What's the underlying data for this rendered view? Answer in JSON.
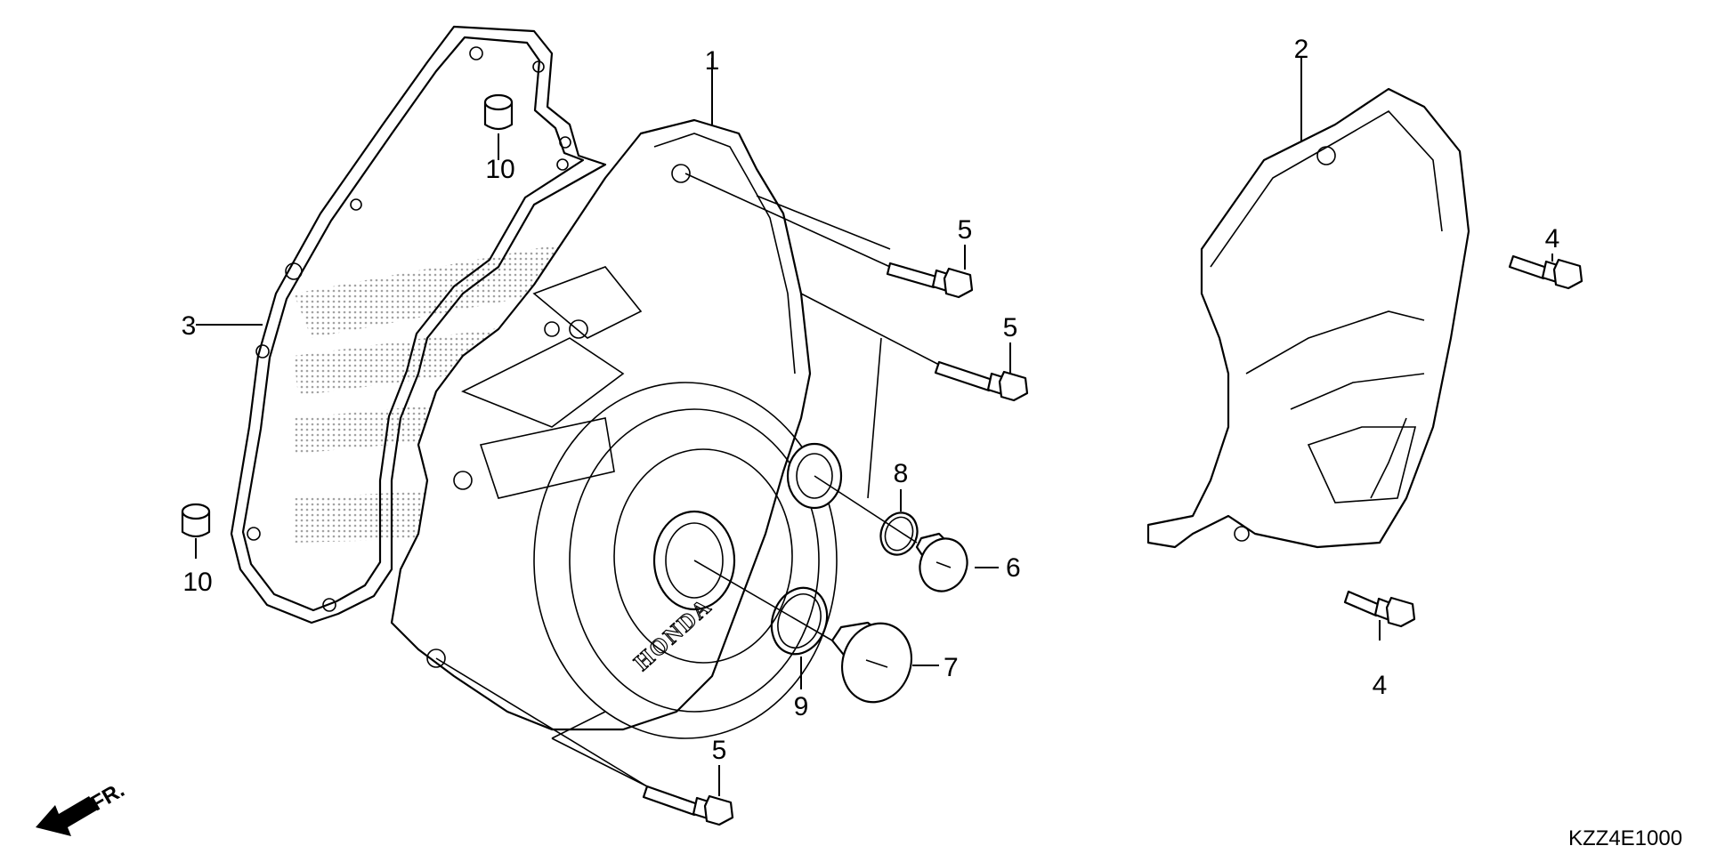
{
  "diagram": {
    "callouts": {
      "c1": "1",
      "c2": "2",
      "c3": "3",
      "c4a": "4",
      "c4b": "4",
      "c5a": "5",
      "c5b": "5",
      "c5c": "5",
      "c6": "6",
      "c7": "7",
      "c8": "8",
      "c9": "9",
      "c10a": "10",
      "c10b": "10"
    },
    "cover_brand": "HONDA",
    "front_indicator": "FR.",
    "diagram_code": "KZZ4E1000"
  },
  "colors": {
    "ink": "#000000",
    "background": "#ffffff",
    "watermark_dots": "#9a9a9a"
  }
}
